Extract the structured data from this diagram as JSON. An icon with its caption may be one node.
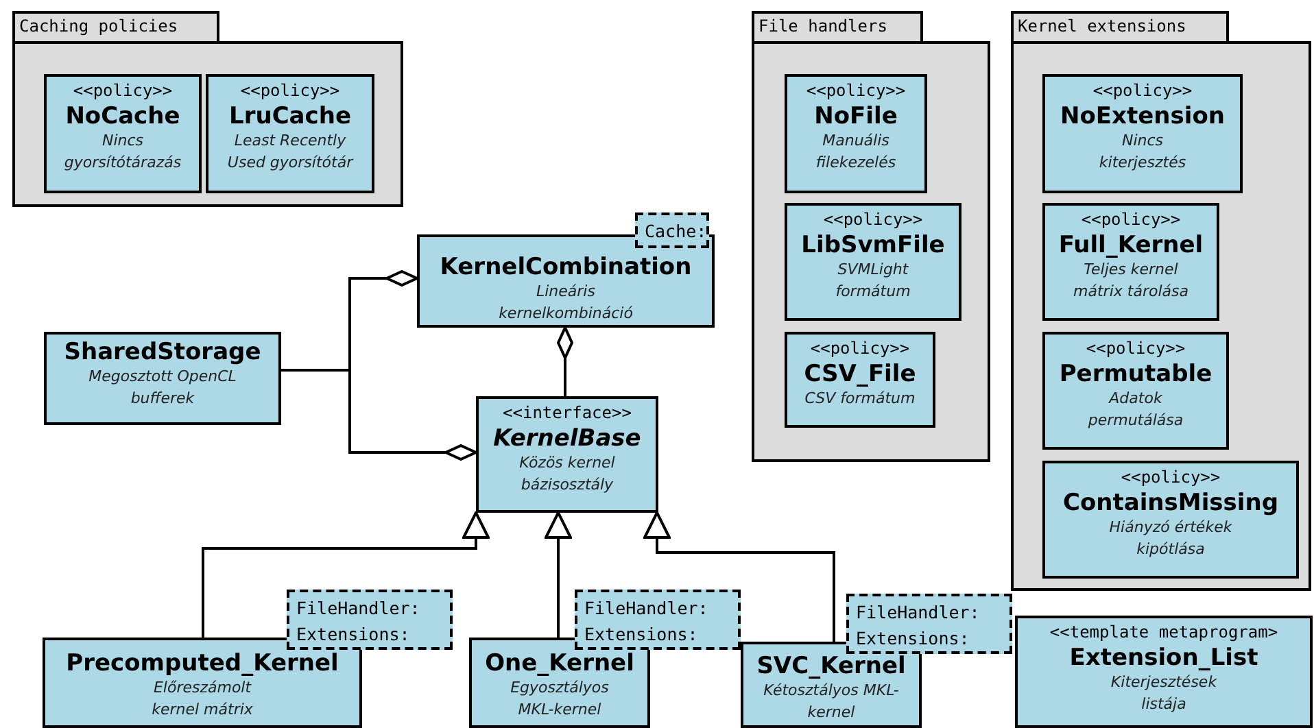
{
  "diagram": {
    "nodes": [
      {
        "text": [
          "Caching policies"
        ]
      },
      {
        "text": [
          "<<policy>>",
          "NoCache",
          "Nincs gyorsítótárazás"
        ],
        "in": 0
      },
      {
        "text": [
          "<<policy>>",
          "LruCache",
          "Least Recently Used gyorsítótár"
        ],
        "in": 0
      },
      {
        "text": [
          "File handlers"
        ]
      },
      {
        "text": [
          "<<policy>>",
          "NoFile",
          "Manuális filekezelés"
        ],
        "in": 3
      },
      {
        "text": [
          "<<policy>>",
          "LibSvmFile",
          "SVMLight formátum"
        ],
        "in": 3
      },
      {
        "text": [
          "<<policy>>",
          "CSV_File",
          "CSV formátum"
        ],
        "in": 3
      },
      {
        "text": [
          "Kernel extensions"
        ]
      },
      {
        "text": [
          "<<policy>>",
          "NoExtension",
          "Nincs kiterjesztés"
        ],
        "in": 7
      },
      {
        "text": [
          "<<policy>>",
          "Full_Kernel",
          "Teljes kernel mátrix tárolása"
        ],
        "in": 7
      },
      {
        "text": [
          "<<policy>>",
          "Permutable",
          "Adatok permutálása"
        ],
        "in": 7
      },
      {
        "text": [
          "<<policy>>",
          "ContainsMissing",
          "Hiányzó értékek kipótlása"
        ],
        "in": 7
      },
      {
        "text": [
          "KernelCombination",
          "Lineáris kernelkombináció"
        ]
      },
      {
        "text": [
          "Cache:"
        ]
      },
      {
        "text": [
          "SharedStorage",
          "Megosztott OpenCL bufferek"
        ]
      },
      {
        "text": [
          "<<interface>>",
          "KernelBase",
          "Közös kernel bázisosztály"
        ]
      },
      {
        "text": [
          "Precomputed_Kernel",
          "Előreszámolt kernel mátrix"
        ]
      },
      {
        "text": [
          "FileHandler: Extensions:"
        ]
      },
      {
        "text": [
          "One_Kernel",
          "Egyosztályos MKL-kernel"
        ]
      },
      {
        "text": [
          "FileHandler: Extensions:"
        ]
      },
      {
        "text": [
          "SVC_Kernel",
          "Kétosztályos MKL-kernel"
        ]
      },
      {
        "text": [
          "FileHandler: Extensions:"
        ]
      },
      {
        "text": [
          "<<template metaprogram>",
          "Extension_List",
          "Kiterjesztések listája"
        ]
      }
    ],
    "edges": [
      {
        "from": 15,
        "to": 12,
        "arrow": "other"
      },
      {
        "from": 14,
        "to": 12,
        "arrow": "other"
      },
      {
        "from": 14,
        "to": 15,
        "arrow": "other"
      },
      {
        "from": 16,
        "to": 15,
        "arrow": "to"
      },
      {
        "from": 18,
        "to": 15,
        "arrow": "to"
      },
      {
        "from": 20,
        "to": 15,
        "arrow": "to"
      }
    ]
  }
}
